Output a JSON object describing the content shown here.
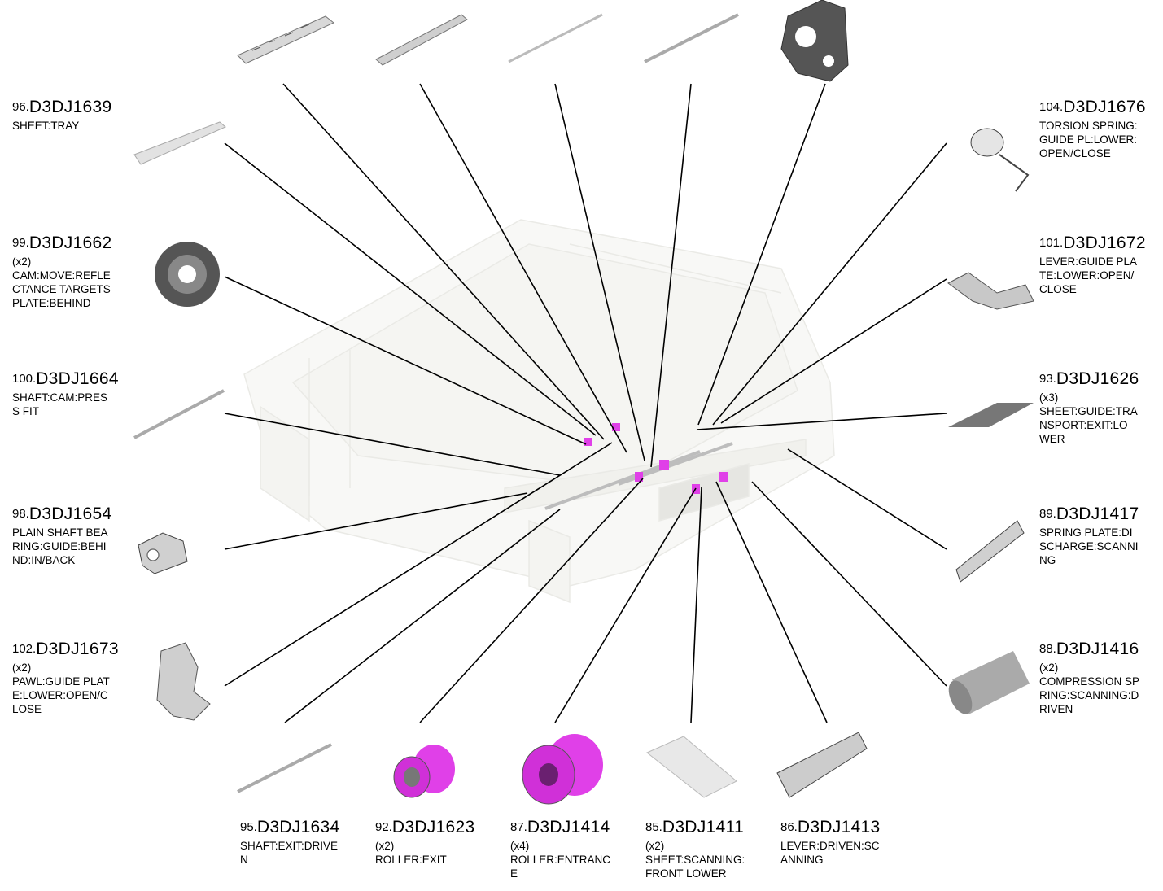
{
  "parts": [
    {
      "id": "p96",
      "no": "96.",
      "code": "D3DJ1639",
      "qty": "",
      "desc": "SHEET:TRAY",
      "icon": "sheet-tray-icon"
    },
    {
      "id": "p99",
      "no": "99.",
      "code": "D3DJ1662",
      "qty": "(x2)",
      "desc": "CAM:MOVE:REFLE\nCTANCE TARGETS\n PLATE:BEHIND",
      "icon": "cam-icon"
    },
    {
      "id": "p100",
      "no": "100.",
      "code": "D3DJ1664",
      "qty": "",
      "desc": "SHAFT:CAM:PRES\nS FIT",
      "icon": "shaft-icon"
    },
    {
      "id": "p98",
      "no": "98.",
      "code": "D3DJ1654",
      "qty": "",
      "desc": "PLAIN SHAFT BEA\nRING:GUIDE:BEHI\nND:IN/BACK",
      "icon": "bearing-icon"
    },
    {
      "id": "p102",
      "no": "102.",
      "code": "D3DJ1673",
      "qty": "(x2)",
      "desc": "PAWL:GUIDE PLAT\nE:LOWER:OPEN/C\nLOSE",
      "icon": "pawl-icon"
    },
    {
      "id": "p104",
      "no": "104.",
      "code": "D3DJ1676",
      "qty": "",
      "desc": "TORSION SPRING:\nGUIDE PL:LOWER:\nOPEN/CLOSE",
      "icon": "torsion-spring-icon"
    },
    {
      "id": "p101",
      "no": "101.",
      "code": "D3DJ1672",
      "qty": "",
      "desc": "LEVER:GUIDE PLA\nTE:LOWER:OPEN/\nCLOSE",
      "icon": "lever-icon"
    },
    {
      "id": "p93",
      "no": "93.",
      "code": "D3DJ1626",
      "qty": "(x3)",
      "desc": "SHEET:GUIDE:TRA\nNSPORT:EXIT:LO\nWER",
      "icon": "sheet-icon"
    },
    {
      "id": "p89",
      "no": "89.",
      "code": "D3DJ1417",
      "qty": "",
      "desc": "SPRING PLATE:DI\nSCHARGE:SCANNI\nNG",
      "icon": "spring-plate-icon"
    },
    {
      "id": "p88",
      "no": "88.",
      "code": "D3DJ1416",
      "qty": "(x2)",
      "desc": "COMPRESSION SP\nRING:SCANNING:D\nRIVEN",
      "icon": "compression-spring-icon"
    },
    {
      "id": "p95",
      "no": "95.",
      "code": "D3DJ1634",
      "qty": "",
      "desc": "SHAFT:EXIT:DRIVE\nN",
      "icon": "shaft-icon"
    },
    {
      "id": "p92",
      "no": "92.",
      "code": "D3DJ1623",
      "qty": "(x2)",
      "desc": "ROLLER:EXIT",
      "icon": "roller-icon"
    },
    {
      "id": "p87",
      "no": "87.",
      "code": "D3DJ1414",
      "qty": "(x4)",
      "desc": "ROLLER:ENTRANC\nE",
      "icon": "roller-icon"
    },
    {
      "id": "p85",
      "no": "85.",
      "code": "D3DJ1411",
      "qty": "(x2)",
      "desc": "SHEET:SCANNING:\nFRONT LOWER",
      "icon": "sheet-icon"
    },
    {
      "id": "p86",
      "no": "86.",
      "code": "D3DJ1413",
      "qty": "",
      "desc": "LEVER:DRIVEN:SC\nANNING",
      "icon": "lever-icon"
    }
  ],
  "top_parts": [
    {
      "icon": "guide-plate-icon"
    },
    {
      "icon": "bar-icon"
    },
    {
      "icon": "shaft-icon"
    },
    {
      "icon": "shaft-icon"
    },
    {
      "icon": "bracket-icon"
    }
  ],
  "colors": {
    "accent": "#e040e8",
    "line": "#000000",
    "part": "#c8c8c8"
  }
}
